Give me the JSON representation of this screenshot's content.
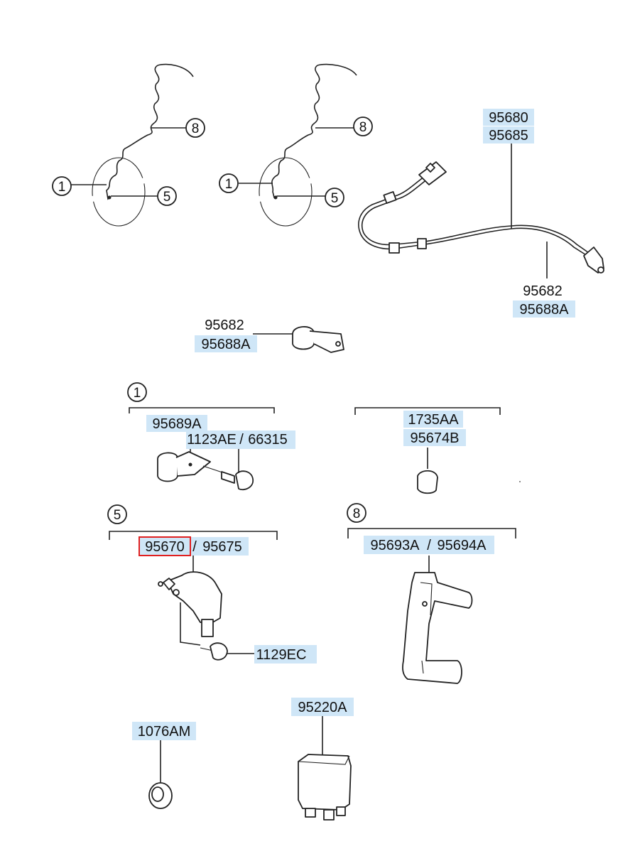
{
  "callouts": {
    "c1": "1",
    "c5": "5",
    "c8": "8"
  },
  "labels": {
    "sensor_top": "95680",
    "sensor_top2": "95685",
    "sensor_bottom": "95682",
    "sensor_bottom2": "95688A",
    "clip_a": "95682",
    "clip_b": "95688A",
    "g1_a": "95689A",
    "g1_b": "1123AE",
    "g1_c": "66315",
    "g2_a": "1735AA",
    "g2_b": "95674B",
    "g5_a": "95670",
    "g5_b": "95675",
    "g5_c": "1129EC",
    "g8_a": "95693A",
    "g8_b": "95694A",
    "grommet": "1076AM",
    "relay": "95220A"
  },
  "colors": {
    "highlight": "#cfe6f7",
    "selected_border": "#e02020"
  }
}
